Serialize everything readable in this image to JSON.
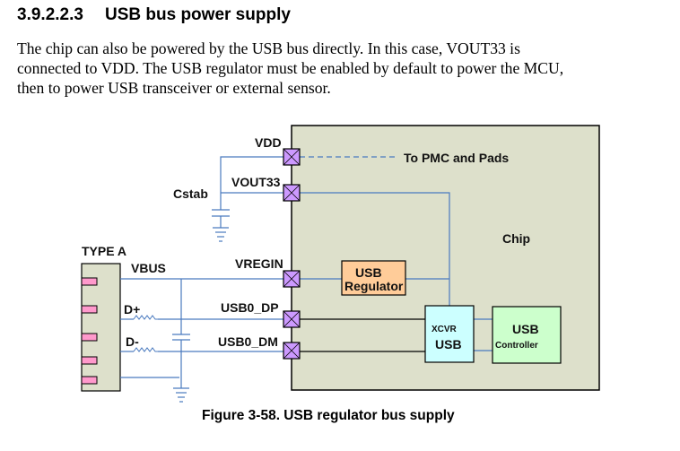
{
  "section": {
    "number": "3.9.2.2.3",
    "title": "USB bus power supply"
  },
  "paragraph": {
    "lines": [
      "The chip can also be powered by the USB bus directly. In this case, VOUT33 is",
      "connected to VDD. The USB regulator must be enabled by default to power the MCU,",
      "then to power USB transceiver or external sensor."
    ]
  },
  "diagram": {
    "chip_label": "Chip",
    "pmc_label": "To PMC and Pads",
    "cstab_label": "Cstab",
    "connector_label": "TYPE A",
    "pins": {
      "vdd": "VDD",
      "vout33": "VOUT33",
      "vregin": "VREGIN",
      "usb0_dp": "USB0_DP",
      "usb0_dm": "USB0_DM"
    },
    "signals": {
      "vbus": "VBUS",
      "dplus": "D+",
      "dminus": "D-"
    },
    "regulator": {
      "line1": "USB",
      "line2": "Regulator"
    },
    "xcvr": {
      "line1": "XCVR",
      "line2": "USB"
    },
    "controller": {
      "line1": "USB",
      "line2": "Controller"
    },
    "colors": {
      "chip_fill": "#dde0cb",
      "pad_fill": "#cc99ff",
      "regulator_fill": "#ffcc99",
      "xcvr_fill": "#ccffff",
      "controller_fill": "#ccffcc",
      "connector_pin_fill": "#ff99cc",
      "wire_blue": "#4a7abf"
    }
  },
  "caption": "Figure 3-58. USB regulator bus supply"
}
